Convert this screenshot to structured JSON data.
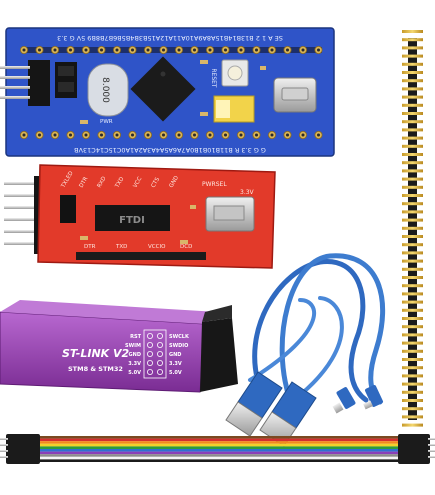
{
  "blue_pill": {
    "top_silk": "SE A 1 2 B13B14B15A8A9A10A11A12A15B3B4B5B6B7B8B9 5V G 3.3",
    "bottom_silk": "G G 3.3 R B11B10B1B0A7A6A5A4A3A2A1A0C15C14C13VB",
    "crystal": "8.000",
    "reset_label": "RESET",
    "pwr_label": "PWR"
  },
  "ftdi": {
    "chip": "FTDI",
    "left_labels": [
      "TXLED",
      "DTR",
      "RXD",
      "TXD",
      "VCC",
      "CTS",
      "GND"
    ],
    "right_label": "PWRSEL",
    "bottom_labels": [
      "DTR",
      "TXD",
      "VCCIO",
      "DCD"
    ],
    "voltage": "3.3V"
  },
  "stlink": {
    "title": "ST-LINK V2",
    "subtitle": "STM8 & STM32",
    "pins_left": [
      "RST",
      "SWIM",
      "GND",
      "3.3V",
      "5.0V"
    ],
    "pins_right": [
      "SWCLK",
      "SWDIO",
      "GND",
      "3.3V",
      "5.0V"
    ]
  },
  "colors": {
    "pcb_blue": "#2f54c8",
    "pcb_red": "#e23a2a",
    "stlink_purple": "#a04ab8",
    "cable_blue": "#3d7ccf",
    "header_gold": "#e5c24d"
  }
}
